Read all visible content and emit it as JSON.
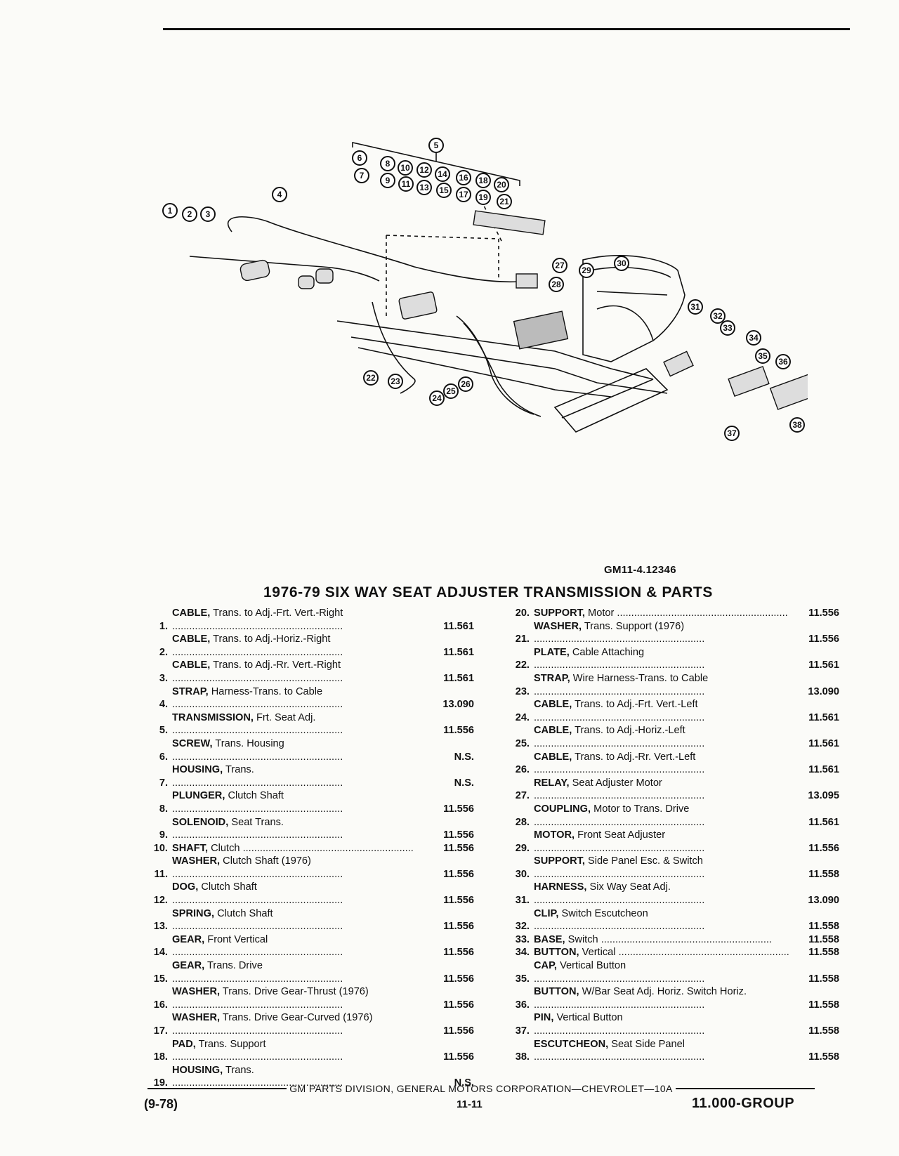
{
  "figure_code": "GM11-4.12346",
  "title": "1976-79 SIX WAY SEAT ADJUSTER TRANSMISSION & PARTS",
  "callouts": [
    "1",
    "2",
    "3",
    "4",
    "5",
    "6",
    "7",
    "8",
    "9",
    "10",
    "11",
    "12",
    "13",
    "14",
    "15",
    "16",
    "17",
    "18",
    "19",
    "20",
    "21",
    "22",
    "23",
    "24",
    "25",
    "26",
    "27",
    "28",
    "29",
    "30",
    "31",
    "32",
    "33",
    "34",
    "35",
    "36",
    "37",
    "38"
  ],
  "parts_left": [
    {
      "num": "1.",
      "name": "CABLE,",
      "desc": "Trans. to Adj.-Frt. Vert.-Right",
      "group": "11.561"
    },
    {
      "num": "2.",
      "name": "CABLE,",
      "desc": "Trans. to Adj.-Horiz.-Right",
      "group": "11.561"
    },
    {
      "num": "3.",
      "name": "CABLE,",
      "desc": "Trans. to Adj.-Rr. Vert.-Right",
      "group": "11.561"
    },
    {
      "num": "4.",
      "name": "STRAP,",
      "desc": "Harness-Trans. to Cable",
      "group": "13.090"
    },
    {
      "num": "5.",
      "name": "TRANSMISSION,",
      "desc": "Frt. Seat Adj.",
      "group": "11.556"
    },
    {
      "num": "6.",
      "name": "SCREW,",
      "desc": "Trans. Housing",
      "group": "N.S."
    },
    {
      "num": "7.",
      "name": "HOUSING,",
      "desc": "Trans.",
      "group": "N.S."
    },
    {
      "num": "8.",
      "name": "PLUNGER,",
      "desc": "Clutch Shaft",
      "group": "11.556"
    },
    {
      "num": "9.",
      "name": "SOLENOID,",
      "desc": "Seat Trans.",
      "group": "11.556"
    },
    {
      "num": "10.",
      "name": "SHAFT,",
      "desc": "Clutch",
      "group": "11.556"
    },
    {
      "num": "11.",
      "name": "WASHER,",
      "desc": "Clutch Shaft (1976)",
      "group": "11.556"
    },
    {
      "num": "12.",
      "name": "DOG,",
      "desc": "Clutch Shaft",
      "group": "11.556"
    },
    {
      "num": "13.",
      "name": "SPRING,",
      "desc": "Clutch Shaft",
      "group": "11.556"
    },
    {
      "num": "14.",
      "name": "GEAR,",
      "desc": "Front Vertical",
      "group": "11.556"
    },
    {
      "num": "15.",
      "name": "GEAR,",
      "desc": "Trans. Drive",
      "group": "11.556"
    },
    {
      "num": "16.",
      "name": "WASHER,",
      "desc": "Trans. Drive Gear-Thrust (1976)",
      "group": "11.556"
    },
    {
      "num": "17.",
      "name": "WASHER,",
      "desc": "Trans. Drive Gear-Curved (1976)",
      "group": "11.556"
    },
    {
      "num": "18.",
      "name": "PAD,",
      "desc": "Trans. Support",
      "group": "11.556"
    },
    {
      "num": "19.",
      "name": "HOUSING,",
      "desc": "Trans.",
      "group": "N.S."
    }
  ],
  "parts_right": [
    {
      "num": "20.",
      "name": "SUPPORT,",
      "desc": "Motor",
      "group": "11.556"
    },
    {
      "num": "21.",
      "name": "WASHER,",
      "desc": "Trans. Support (1976)",
      "group": "11.556"
    },
    {
      "num": "22.",
      "name": "PLATE,",
      "desc": "Cable Attaching",
      "group": "11.561"
    },
    {
      "num": "23.",
      "name": "STRAP,",
      "desc": "Wire Harness-Trans. to Cable",
      "group": "13.090"
    },
    {
      "num": "24.",
      "name": "CABLE,",
      "desc": "Trans. to Adj.-Frt. Vert.-Left",
      "group": "11.561"
    },
    {
      "num": "25.",
      "name": "CABLE,",
      "desc": "Trans. to Adj.-Horiz.-Left",
      "group": "11.561"
    },
    {
      "num": "26.",
      "name": "CABLE,",
      "desc": "Trans. to Adj.-Rr. Vert.-Left",
      "group": "11.561"
    },
    {
      "num": "27.",
      "name": "RELAY,",
      "desc": "Seat Adjuster Motor",
      "group": "13.095"
    },
    {
      "num": "28.",
      "name": "COUPLING,",
      "desc": "Motor to Trans. Drive",
      "group": "11.561"
    },
    {
      "num": "29.",
      "name": "MOTOR,",
      "desc": "Front Seat Adjuster",
      "group": "11.556"
    },
    {
      "num": "30.",
      "name": "SUPPORT,",
      "desc": "Side Panel Esc. & Switch",
      "group": "11.558"
    },
    {
      "num": "31.",
      "name": "HARNESS,",
      "desc": "Six Way Seat Adj.",
      "group": "13.090"
    },
    {
      "num": "32.",
      "name": "CLIP,",
      "desc": "Switch Escutcheon",
      "group": "11.558"
    },
    {
      "num": "33.",
      "name": "BASE,",
      "desc": "Switch",
      "group": "11.558"
    },
    {
      "num": "34.",
      "name": "BUTTON,",
      "desc": "Vertical",
      "group": "11.558"
    },
    {
      "num": "35.",
      "name": "CAP,",
      "desc": "Vertical Button",
      "group": "11.558"
    },
    {
      "num": "36.",
      "name": "BUTTON,",
      "desc": "W/Bar Seat Adj. Horiz. Switch Horiz.",
      "group": "11.558"
    },
    {
      "num": "37.",
      "name": "PIN,",
      "desc": "Vertical Button",
      "group": "11.558"
    },
    {
      "num": "38.",
      "name": "ESCUTCHEON,",
      "desc": "Seat Side Panel",
      "group": "11.558"
    }
  ],
  "footer": {
    "publisher": "GM PARTS DIVISION, GENERAL MOTORS CORPORATION—CHEVROLET—10A",
    "date": "(9-78)",
    "page": "11-11",
    "group": "11.000-GROUP"
  }
}
